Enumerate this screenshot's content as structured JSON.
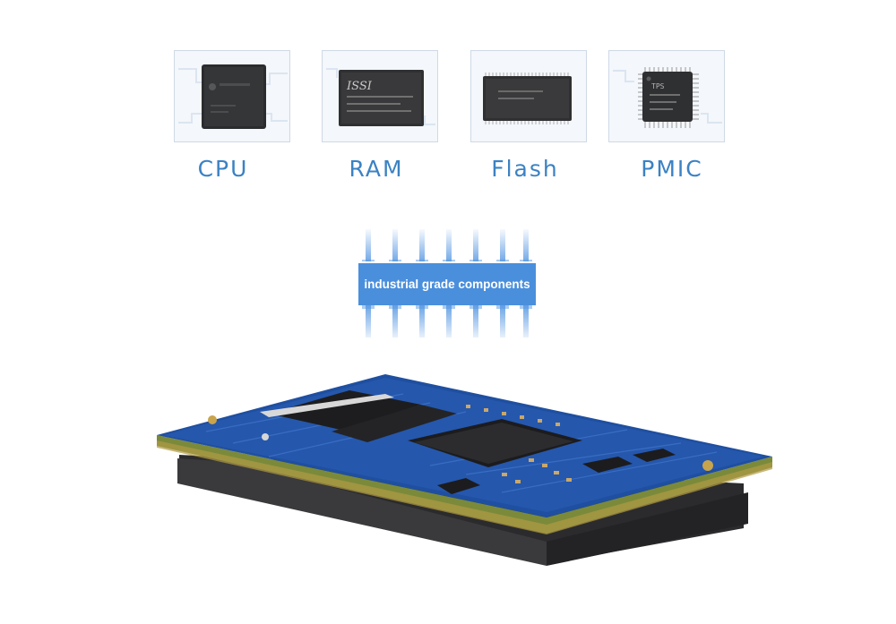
{
  "chips": [
    {
      "label": "CPU",
      "icon": "cpu-chip-icon",
      "marking": ""
    },
    {
      "label": "RAM",
      "icon": "ram-chip-icon",
      "marking": "ISSI"
    },
    {
      "label": "Flash",
      "icon": "flash-chip-icon",
      "marking": ""
    },
    {
      "label": "PMIC",
      "icon": "pmic-chip-icon",
      "marking": "TPS"
    }
  ],
  "badge": {
    "text": "industrial grade components"
  },
  "board": {
    "icon": "system-on-module-board-icon"
  },
  "colors": {
    "accent": "#3b82c4",
    "badge": "#4a8fdc",
    "pcb": "#1f4fa0",
    "chip": "#2a2a2a"
  }
}
